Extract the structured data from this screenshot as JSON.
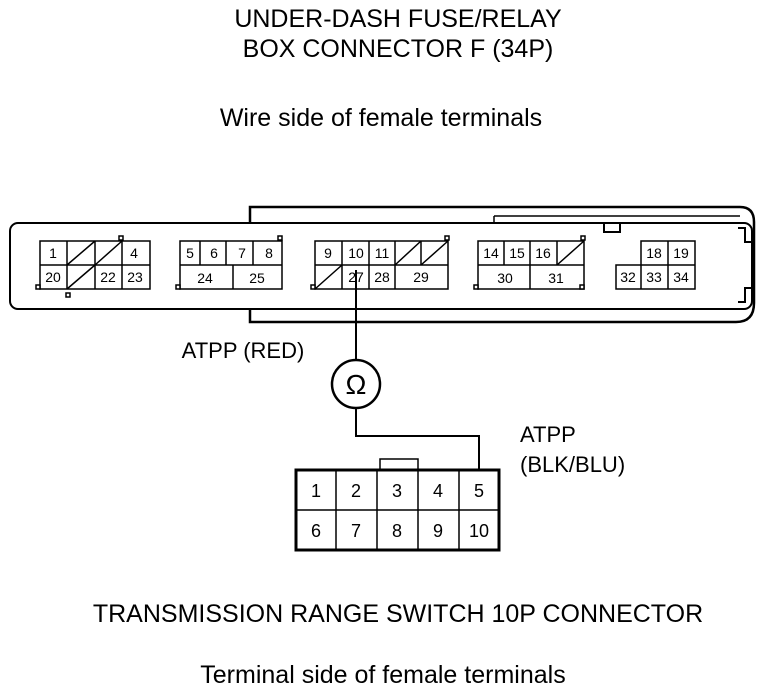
{
  "title_line1": "UNDER-DASH FUSE/RELAY",
  "title_line2": "BOX CONNECTOR F (34P)",
  "fuse_box_caption": "Wire side of female terminals",
  "wire_label_red": "ATPP (RED)",
  "wire_label_blk_line1": "ATPP",
  "wire_label_blk_line2": "(BLK/BLU)",
  "meter_symbol": "Ω",
  "switch_connector_title": "TRANSMISSION RANGE SWITCH 10P CONNECTOR",
  "switch_caption": "Terminal side of female terminals",
  "fuse_box_terminals": {
    "t1": "1",
    "t4": "4",
    "t20": "20",
    "t22": "22",
    "t23": "23",
    "t5": "5",
    "t6": "6",
    "t7": "7",
    "t8": "8",
    "t24": "24",
    "t25": "25",
    "t9": "9",
    "t10": "10",
    "t11": "11",
    "t27": "27",
    "t28": "28",
    "t29": "29",
    "t14": "14",
    "t15": "15",
    "t16": "16",
    "t30": "30",
    "t31": "31",
    "t18": "18",
    "t19": "19",
    "t32": "32",
    "t33": "33",
    "t34": "34"
  },
  "switch_terminals": {
    "top": [
      "1",
      "2",
      "3",
      "4",
      "5"
    ],
    "bottom": [
      "6",
      "7",
      "8",
      "9",
      "10"
    ]
  }
}
